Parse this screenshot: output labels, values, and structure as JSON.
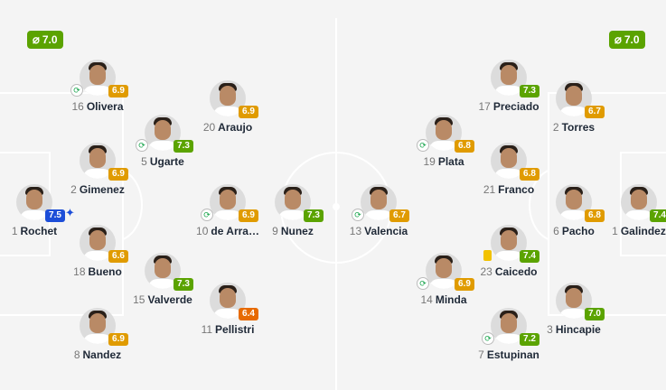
{
  "home": {
    "average_rating": "7.0",
    "players": [
      {
        "number": "16",
        "name": "Olivera",
        "rating": "6.9",
        "rating_color": "orange",
        "sub": true
      },
      {
        "number": "20",
        "name": "Araujo",
        "rating": "6.9",
        "rating_color": "orange"
      },
      {
        "number": "5",
        "name": "Ugarte",
        "rating": "7.3",
        "rating_color": "green",
        "sub": true
      },
      {
        "number": "2",
        "name": "Gimenez",
        "rating": "6.9",
        "rating_color": "orange"
      },
      {
        "number": "1",
        "name": "Rochet",
        "rating": "7.5",
        "rating_color": "blue",
        "star": true
      },
      {
        "number": "10",
        "name": "de Arra…",
        "rating": "6.9",
        "rating_color": "orange",
        "sub": true
      },
      {
        "number": "9",
        "name": "Nunez",
        "rating": "7.3",
        "rating_color": "green"
      },
      {
        "number": "18",
        "name": "Bueno",
        "rating": "6.6",
        "rating_color": "orange"
      },
      {
        "number": "15",
        "name": "Valverde",
        "rating": "7.3",
        "rating_color": "green"
      },
      {
        "number": "11",
        "name": "Pellistri",
        "rating": "6.4",
        "rating_color": "dorange"
      },
      {
        "number": "8",
        "name": "Nandez",
        "rating": "6.9",
        "rating_color": "orange"
      }
    ]
  },
  "away": {
    "average_rating": "7.0",
    "players": [
      {
        "number": "17",
        "name": "Preciado",
        "rating": "7.3",
        "rating_color": "green"
      },
      {
        "number": "2",
        "name": "Torres",
        "rating": "6.7",
        "rating_color": "orange"
      },
      {
        "number": "19",
        "name": "Plata",
        "rating": "6.8",
        "rating_color": "orange",
        "sub": true
      },
      {
        "number": "21",
        "name": "Franco",
        "rating": "6.8",
        "rating_color": "orange"
      },
      {
        "number": "13",
        "name": "Valencia",
        "rating": "6.7",
        "rating_color": "orange",
        "sub": true
      },
      {
        "number": "6",
        "name": "Pacho",
        "rating": "6.8",
        "rating_color": "orange"
      },
      {
        "number": "1",
        "name": "Galindez",
        "rating": "7.4",
        "rating_color": "green"
      },
      {
        "number": "23",
        "name": "Caicedo",
        "rating": "7.4",
        "rating_color": "green",
        "card": true
      },
      {
        "number": "14",
        "name": "Minda",
        "rating": "6.9",
        "rating_color": "orange",
        "sub": true
      },
      {
        "number": "3",
        "name": "Hincapie",
        "rating": "7.0",
        "rating_color": "green"
      },
      {
        "number": "7",
        "name": "Estupinan",
        "rating": "7.2",
        "rating_color": "green",
        "sub": true
      }
    ]
  },
  "icons": {
    "average": "⌀",
    "substitution": "⟳",
    "star": "✦"
  }
}
